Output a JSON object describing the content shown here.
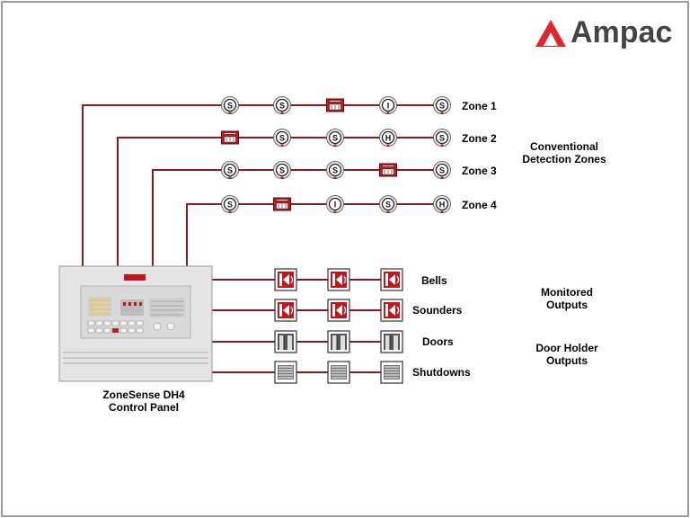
{
  "brand": {
    "name": "Ampac",
    "color": "#e0262b"
  },
  "colors": {
    "wire": "#8b1a1a",
    "device_red": "#c0161c"
  },
  "zones": [
    {
      "label": "Zone 1",
      "devices": [
        "S",
        "S",
        "MCP",
        "I",
        "S"
      ]
    },
    {
      "label": "Zone 2",
      "devices": [
        "MCP",
        "S",
        "S",
        "H",
        "S"
      ]
    },
    {
      "label": "Zone 3",
      "devices": [
        "S",
        "S",
        "S",
        "MCP",
        "S"
      ]
    },
    {
      "label": "Zone 4",
      "devices": [
        "S",
        "MCP",
        "I",
        "S",
        "H"
      ]
    }
  ],
  "conventional_label": [
    "Conventional",
    "Detection Zones"
  ],
  "outputs": [
    {
      "label": "Bells",
      "icon": "bell-icon"
    },
    {
      "label": "Sounders",
      "icon": "sounder-icon"
    },
    {
      "label": "Doors",
      "icon": "door-icon"
    },
    {
      "label": "Shutdowns",
      "icon": "shutdown-icon"
    }
  ],
  "monitored_label": [
    "Monitored",
    "Outputs"
  ],
  "door_holder_label": [
    "Door Holder",
    "Outputs"
  ],
  "panel": {
    "caption": [
      "ZoneSense DH4",
      "Control Panel"
    ]
  }
}
